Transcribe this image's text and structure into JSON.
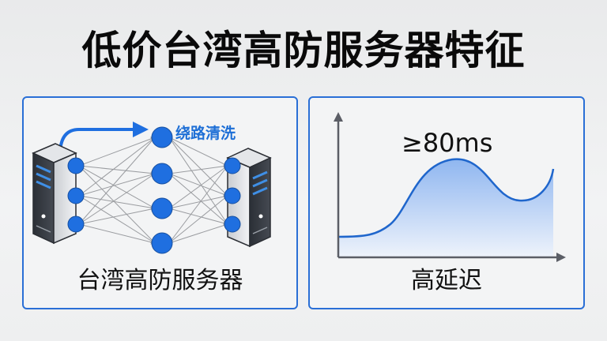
{
  "title": "低价台湾高防服务器特征",
  "colors": {
    "accent": "#2a6fd6",
    "node": "#1f6fe0",
    "chart_fill_top": "#9cc0f2",
    "chart_fill_bottom": "#eef3fb",
    "axis": "#5b5e66"
  },
  "left_panel": {
    "label": "台湾高防服务器",
    "reroute_label": "绕路清洗",
    "icons": [
      "server-icon-source",
      "server-icon-destination",
      "reroute-arrow-icon"
    ],
    "network": {
      "source_nodes": 3,
      "middle_nodes": 4,
      "destination_nodes": 3
    }
  },
  "right_panel": {
    "label": "高延迟",
    "value_label": "≥80ms"
  },
  "chart_data": {
    "type": "area",
    "title": "≥80ms",
    "xlabel": "",
    "ylabel": "",
    "caption": "高延迟",
    "grid": false,
    "legend": null,
    "description": "Latency curve: flat low baseline, rising to a peak, dipping, then rising again at the right edge",
    "x": [
      0,
      10,
      20,
      30,
      40,
      50,
      60,
      70,
      80,
      90,
      100
    ],
    "values": [
      20,
      21,
      28,
      55,
      75,
      78,
      65,
      50,
      48,
      55,
      72
    ],
    "ylim": [
      0,
      100
    ]
  }
}
